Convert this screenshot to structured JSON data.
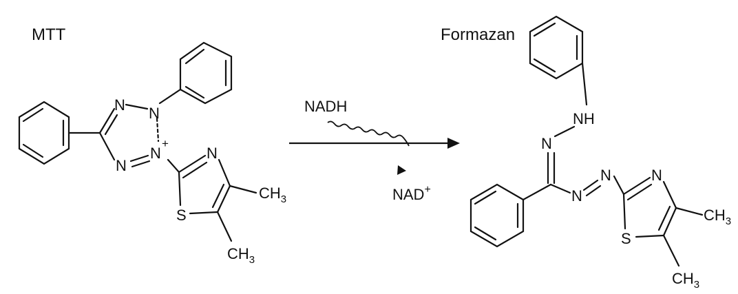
{
  "reactant": {
    "title": "MTT",
    "atoms": {
      "n1": "N",
      "n2": "N",
      "n_plus": "N",
      "plus": "+",
      "n4": "N",
      "thiazole_n": "N",
      "thiazole_s": "S",
      "ch3_a": "CH",
      "ch3_a_sub": "3",
      "ch3_b": "CH",
      "ch3_b_sub": "3"
    }
  },
  "reaction": {
    "reagent_in": "NADH",
    "reagent_out": "NAD",
    "reagent_out_sup": "+"
  },
  "product": {
    "title": "Formazan",
    "atoms": {
      "nh": "NH",
      "n_hydrazone": "N",
      "n_azo1": "N",
      "n_azo2": "N",
      "thiazole_n": "N",
      "thiazole_s": "S",
      "ch3_a": "CH",
      "ch3_a_sub": "3",
      "ch3_b": "CH",
      "ch3_b_sub": "3"
    }
  },
  "colors": {
    "ink": "#111111",
    "background": "#ffffff"
  }
}
